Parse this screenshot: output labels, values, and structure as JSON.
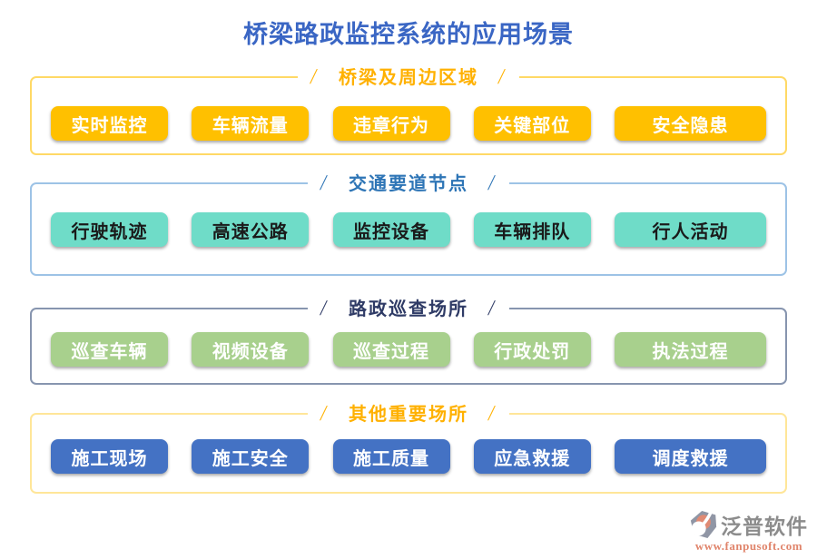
{
  "title": {
    "text": "桥梁路政监控系统的应用场景",
    "color": "#3A66C4"
  },
  "legend_slash": "/",
  "sections": [
    {
      "id": "bridge-area",
      "label": "桥梁及周边区域",
      "accent": "#FFB100",
      "border": "#FFD966",
      "button_bg": "#FFC000",
      "button_text": "#FFFFFF",
      "items": [
        "实时监控",
        "车辆流量",
        "违章行为",
        "关键部位",
        "安全隐患"
      ]
    },
    {
      "id": "traffic-nodes",
      "label": "交通要道节点",
      "accent": "#2E75B6",
      "border": "#9DC3E6",
      "button_bg": "#6FDCC8",
      "button_text": "#1A1A1A",
      "items": [
        "行驶轨迹",
        "高速公路",
        "监控设备",
        "车辆排队",
        "行人活动"
      ]
    },
    {
      "id": "patrol-sites",
      "label": "路政巡查场所",
      "accent": "#2F3B66",
      "border": "#8795AF",
      "button_bg": "#A8D08D",
      "button_text": "#FFFFFF",
      "items": [
        "巡查车辆",
        "视频设备",
        "巡查过程",
        "行政处罚",
        "执法过程"
      ]
    },
    {
      "id": "other-sites",
      "label": "其他重要场所",
      "accent": "#FFB100",
      "border": "#FFE699",
      "button_bg": "#4472C4",
      "button_text": "#FFFFFF",
      "items": [
        "施工现场",
        "施工安全",
        "施工质量",
        "应急救援",
        "调度救援"
      ]
    }
  ],
  "footer": {
    "brand": "泛普软件",
    "url": "www.fanpusoft.com",
    "brand_color": "#8C8C8C",
    "url_color": "#E0846B",
    "icon_gray": "#9096A5",
    "icon_salmon": "#E08A73"
  }
}
